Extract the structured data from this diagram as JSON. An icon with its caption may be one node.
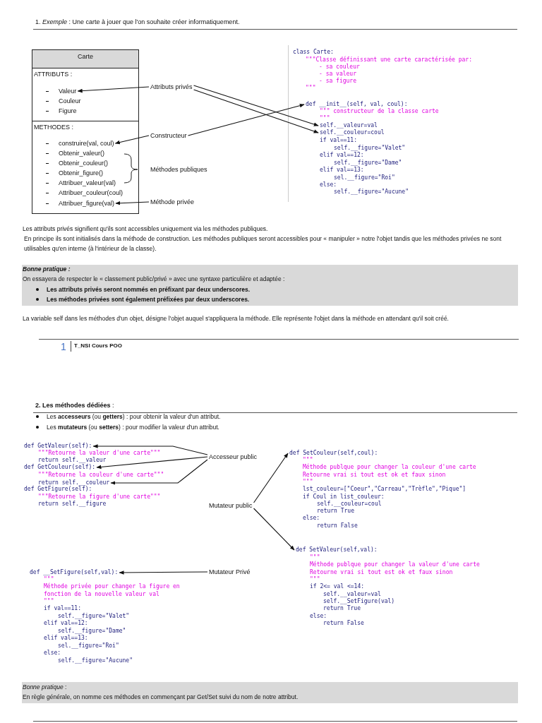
{
  "diagram": {
    "nodes": [
      {
        "text": [
          "Carte"
        ]
      },
      {
        "text": [
          "ATTRIBUTS :"
        ],
        "in": 0
      },
      {
        "text": [
          "Valeur"
        ],
        "in": 1
      },
      {
        "text": [
          "Couleur"
        ],
        "in": 1
      },
      {
        "text": [
          "Figure"
        ],
        "in": 1
      },
      {
        "text": [
          "METHODES :"
        ],
        "in": 0
      },
      {
        "text": [
          "construire(val, coul)"
        ],
        "in": 5
      },
      {
        "text": [
          "Obtenir_valeur()"
        ],
        "in": 5
      },
      {
        "text": [
          "Obtenir_couleur()"
        ],
        "in": 5
      },
      {
        "text": [
          "Obtenir_figure()"
        ],
        "in": 5
      },
      {
        "text": [
          "Attribuer_valeur(val)"
        ],
        "in": 5
      },
      {
        "text": [
          "Attribuer_couleur(coul)"
        ],
        "in": 5
      },
      {
        "text": [
          "Attribuer_figure(val)"
        ],
        "in": 5
      },
      {
        "text": [
          "Attributs privés"
        ]
      },
      {
        "text": [
          "Constructeur"
        ]
      },
      {
        "text": [
          "Méthode privée"
        ]
      },
      {
        "text": [
          "def __init__(self, val, coul):"
        ]
      },
      {
        "text": [
          "self.__valeur=val"
        ]
      },
      {
        "text": [
          "self.__couleur=coul"
        ]
      },
      {
        "text": [
          "def GetValeur(self):"
        ]
      },
      {
        "text": [
          "def GetCouleur(self):"
        ]
      },
      {
        "text": [
          "return self.__couleur"
        ]
      },
      {
        "text": [
          "Accesseur public"
        ]
      },
      {
        "text": [
          "def SetCouleur(self,coul):"
        ]
      },
      {
        "text": [
          "Mutateur public"
        ]
      },
      {
        "text": [
          "def SetValeur(self,val):"
        ]
      },
      {
        "text": [
          "def __SetFigure(self,val):"
        ]
      },
      {
        "text": [
          "Mutateur Privé"
        ]
      }
    ],
    "edges": [
      {
        "from": 13,
        "to": 2,
        "arrow": "to"
      },
      {
        "from": 13,
        "to": 17,
        "arrow": "to"
      },
      {
        "from": 13,
        "to": 18,
        "arrow": "to"
      },
      {
        "from": 14,
        "to": 6,
        "arrow": "to"
      },
      {
        "from": 14,
        "to": 16,
        "arrow": "to"
      },
      {
        "from": 15,
        "to": 12,
        "arrow": "to"
      },
      {
        "from": 22,
        "to": 19,
        "arrow": "to"
      },
      {
        "from": 22,
        "to": 20,
        "arrow": "to"
      },
      {
        "from": 22,
        "to": 21,
        "arrow": "to"
      },
      {
        "from": 24,
        "to": 23,
        "arrow": "to"
      },
      {
        "from": 24,
        "to": 25,
        "arrow": "to"
      },
      {
        "from": 27,
        "to": 26,
        "arrow": "to"
      }
    ],
    "labels": [
      "1. *Exemple* : Une carte à jouer que l'on souhaite créer informatiquement.",
      "class Carte:",
      "\"\"\"Classe définissant une carte caractérisée par:",
      "- sa couleur",
      "- sa valeur",
      "- sa figure",
      "\"\"\"",
      "\"\"\" constructeur de la classe carte",
      "\"\"\"",
      "if val==11:",
      "self.__figure=\"Valet\"",
      "elif val==12:",
      "self.__figure=\"Dame\"",
      "elif val==13:",
      "sel.__figure=\"Roi\"",
      "else:",
      "self.__figure=\"Aucune\"",
      "Méthodes publiques",
      "Les attributs privés signifient qu'ils sont accessibles uniquement via les méthodes publiques.",
      "En principe ils sont initialisés dans la méthode de construction. Les méthodes publiques seront accessibles pour « manipuler » notre l'objet tandis que les méthodes privées ne sont utilisables qu'en interne (à l'intérieur de la classe).",
      "Bonne pratique :",
      "On essayera de respecter le « classement public/privé » avec une syntaxe particulière et adaptée :",
      "Les attributs privés seront nommés en préfixant par deux underscores.",
      "Les méthodes privées sont également préfixées par deux underscores.",
      "La variable self dans les méthodes d'un objet, désigne l'objet auquel s'appliquera la méthode. Elle représente l'objet dans la méthode en attendant qu'il soit créé.",
      "1",
      "T_NSI Cours POO",
      "**2. Les méthodes dédiées** :",
      "Les **accesseurs** (ou **getters**) : pour obtenir la valeur d'un attribut.",
      "Les **mutateurs** (ou **setters**) : pour modifier la valeur d'un attribut.",
      "\"\"\"Retourne la valeur d'une carte\"\"\"",
      "return self.__valeur",
      "\"\"\"Retourne la couleur d'une carte\"\"\"",
      "def GetFigure(self):",
      "\"\"\"Retourne la figure d'une carte\"\"\"",
      "return self.__figure",
      "\"\"\"",
      "Méthode publque pour changer la couleur d'une carte",
      "Retourne vrai si tout est ok et faux sinon",
      "\"\"\"",
      "lst_couleur=[\"Coeur\",\"Carreau\",\"Trèfle\",\"Pique\"]",
      "if Coul in list_couleur:",
      "self.__couleur=coul",
      "return True",
      "else:",
      "return False",
      "\"\"\"",
      "Méthode publque pour changer la valeur d'une carte",
      "Retourne vrai si tout est ok et faux sinon",
      "\"\"\"",
      "if 2<= val <=14:",
      "self.__valeur=val",
      "self.__SetFigure(val)",
      "return True",
      "else:",
      "return False",
      "\"\"\"",
      "Méthode privée pour changer la figure en",
      "fonction de la nouvelle valeur val",
      "\"\"\"",
      "if val==11:",
      "self.__figure=\"Valet\"",
      "elif val==12:",
      "self.__figure=\"Dame\"",
      "elif val==13:",
      "sel.__figure=\"Roi\"",
      "else:",
      "self.__figure=\"Aucune\"",
      "*Bonne pratique* :",
      "En règle générale, on nomme ces méthodes en commençant par Get/Set  suivi du nom de notre attribut."
    ]
  }
}
